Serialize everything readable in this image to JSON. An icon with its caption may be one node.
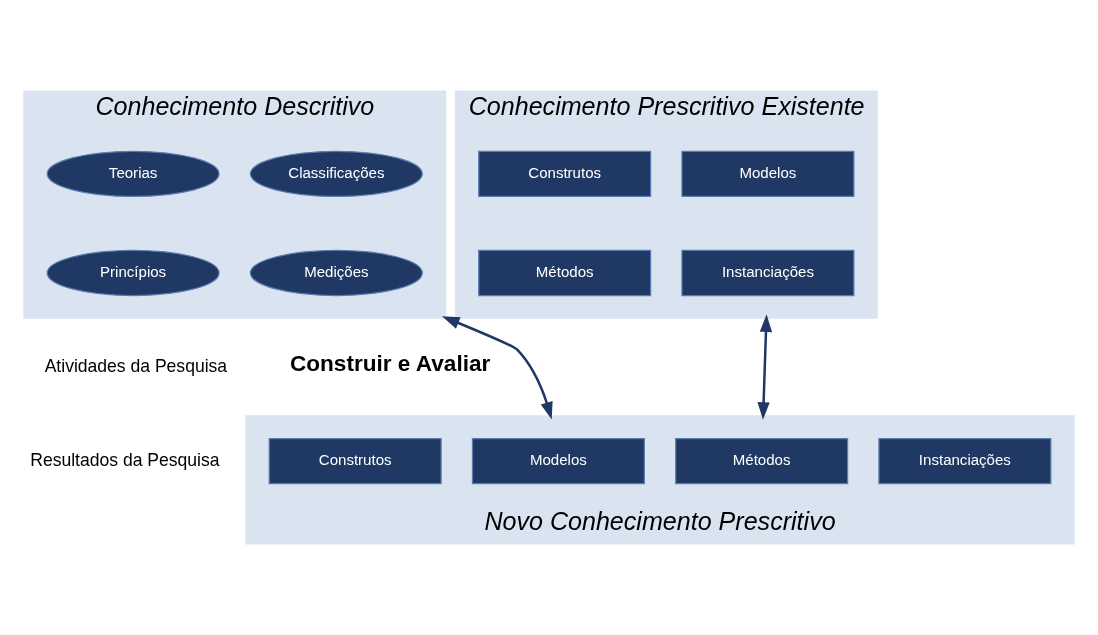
{
  "diagram": {
    "nodes": [
      {
        "text": [
          "Conhecimento Descritivo"
        ]
      },
      {
        "text": [
          "Teorias"
        ],
        "in": 0
      },
      {
        "text": [
          "Classificações"
        ],
        "in": 0
      },
      {
        "text": [
          "Princípios"
        ],
        "in": 0
      },
      {
        "text": [
          "Medições"
        ],
        "in": 0
      },
      {
        "text": [
          "Conhecimento Prescritivo Existente"
        ]
      },
      {
        "text": [
          "Construtos"
        ],
        "in": 5
      },
      {
        "text": [
          "Modelos"
        ],
        "in": 5
      },
      {
        "text": [
          "Métodos"
        ],
        "in": 5
      },
      {
        "text": [
          "Instanciações"
        ],
        "in": 5
      },
      {
        "text": [
          "Novo Conhecimento Prescritivo"
        ]
      },
      {
        "text": [
          "Construtos"
        ],
        "in": 10
      },
      {
        "text": [
          "Modelos"
        ],
        "in": 10
      },
      {
        "text": [
          "Métodos"
        ],
        "in": 10
      },
      {
        "text": [
          "Instanciações"
        ],
        "in": 10
      }
    ],
    "edges": [
      {
        "from": 0,
        "to": 10,
        "arrow": "both"
      },
      {
        "from": 5,
        "to": 10,
        "arrow": "both"
      }
    ],
    "labels": [
      "Atividades da Pesquisa",
      "Construir e Avaliar",
      "Resultados da Pesquisa"
    ]
  }
}
